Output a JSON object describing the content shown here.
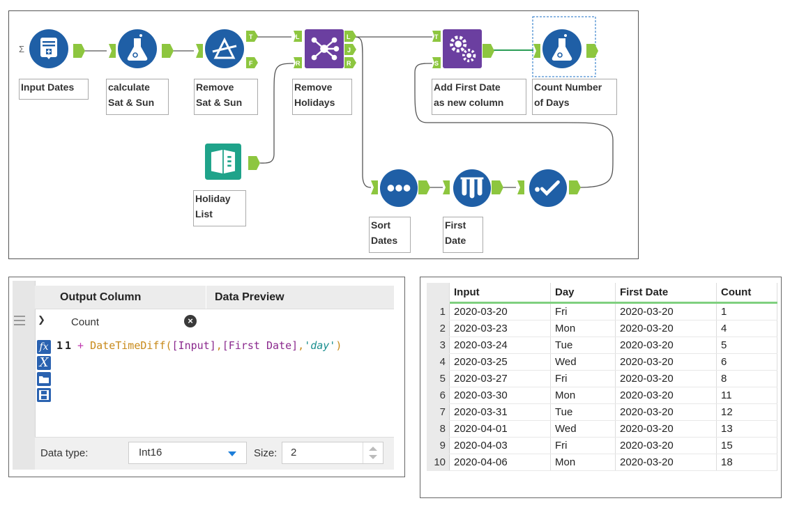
{
  "workflow": {
    "tools": {
      "input_dates": "Input Dates",
      "calc": "calculate\nSat & Sun",
      "remove_weekend": "Remove\nSat & Sun",
      "remove_holidays": "Remove\nHolidays",
      "add_first": "Add First Date\nas new column",
      "count_days": "Count Number\nof Days",
      "holiday_list": "Holiday\nList",
      "sort_dates": "Sort\nDates",
      "first_date": "First\nDate"
    },
    "anchor_letters": {
      "t": "T",
      "f": "F",
      "l": "L",
      "r": "R",
      "j": "J",
      "s": "S"
    },
    "colors": {
      "input": "#1f5fa6",
      "prep": "#1f5fa6",
      "join": "#6b3fa0",
      "green": "#1fa38a",
      "anchor": "#8dc63f"
    }
  },
  "formula": {
    "col_output": "Output Column",
    "col_preview": "Data Preview",
    "field_value": "Count",
    "line_number": "1",
    "expr": {
      "num": "1",
      "op": " + ",
      "fn": "DateTimeDiff(",
      "f1": "[Input]",
      "comma1": ",",
      "f2": "[First Date]",
      "comma2": ",",
      "str": "'day'",
      "close": ")"
    },
    "data_type_label": "Data type:",
    "data_type_value": "Int16",
    "size_label": "Size:",
    "size_value": "2",
    "icons": [
      "fx-icon",
      "variable-icon",
      "open-folder-icon",
      "save-icon"
    ]
  },
  "grid": {
    "columns": [
      "Input",
      "Day",
      "First Date",
      "Count"
    ],
    "rows": [
      [
        "1",
        "2020-03-20",
        "Fri",
        "2020-03-20",
        "1"
      ],
      [
        "2",
        "2020-03-23",
        "Mon",
        "2020-03-20",
        "4"
      ],
      [
        "3",
        "2020-03-24",
        "Tue",
        "2020-03-20",
        "5"
      ],
      [
        "4",
        "2020-03-25",
        "Wed",
        "2020-03-20",
        "6"
      ],
      [
        "5",
        "2020-03-27",
        "Fri",
        "2020-03-20",
        "8"
      ],
      [
        "6",
        "2020-03-30",
        "Mon",
        "2020-03-20",
        "11"
      ],
      [
        "7",
        "2020-03-31",
        "Tue",
        "2020-03-20",
        "12"
      ],
      [
        "8",
        "2020-04-01",
        "Wed",
        "2020-03-20",
        "13"
      ],
      [
        "9",
        "2020-04-03",
        "Fri",
        "2020-03-20",
        "15"
      ],
      [
        "10",
        "2020-04-06",
        "Mon",
        "2020-03-20",
        "18"
      ]
    ]
  }
}
